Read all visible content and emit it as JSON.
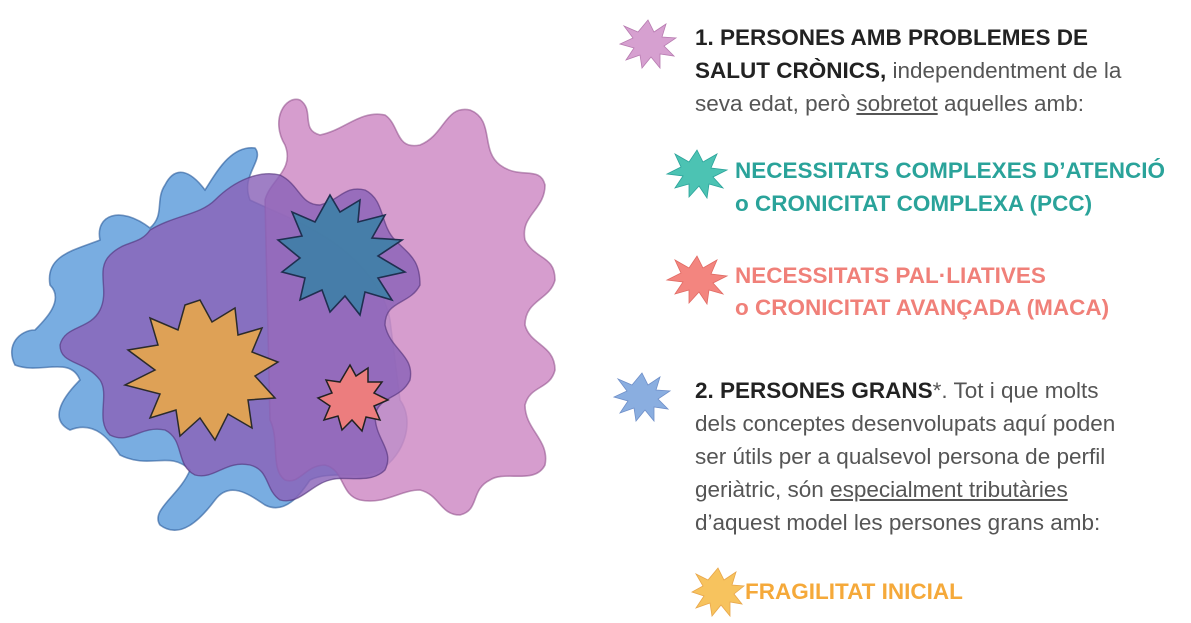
{
  "section1": {
    "number": "1.",
    "title_line1": "PERSONES AMB PROBLEMES DE",
    "title_line2": "SALUT CRÒNICS,",
    "desc_line1_rest": "independentment de la",
    "desc_line2_pre": "seva edat, però",
    "desc_line2_underlined": "sobretot",
    "desc_line2_post": "aquelles amb:",
    "icon": "pink-splat-icon",
    "color": "#c98fc4"
  },
  "category_pcc": {
    "line1": "NECESSITATS COMPLEXES D’ATENCIÓ",
    "line2": "o CRONICITAT COMPLEXA (PCC)",
    "icon": "teal-splat-icon",
    "color": "#2aa39a"
  },
  "category_maca": {
    "line1": "NECESSITATS PAL·LIATIVES",
    "line2": "o CRONICITAT AVANÇADA (MACA)",
    "icon": "salmon-splat-icon",
    "color": "#f08079"
  },
  "section2": {
    "number": "2.",
    "title": "PERSONES GRANS",
    "asterisk": "*",
    "line1_rest": ". Tot i que molts",
    "line2": "dels conceptes desenvolupats aquí poden",
    "line3": "ser útils per a qualsevol persona de perfil",
    "line4_pre": "geriàtric, són",
    "line4_underlined": "especialment tributàries",
    "line5": "d’aquest model les persones grans amb:",
    "icon": "blue-splat-icon",
    "color": "#6f9fd8"
  },
  "category_fragilitat": {
    "label": "FRAGILITAT INICIAL",
    "icon": "yellow-splat-icon",
    "color": "#f5a93a"
  }
}
